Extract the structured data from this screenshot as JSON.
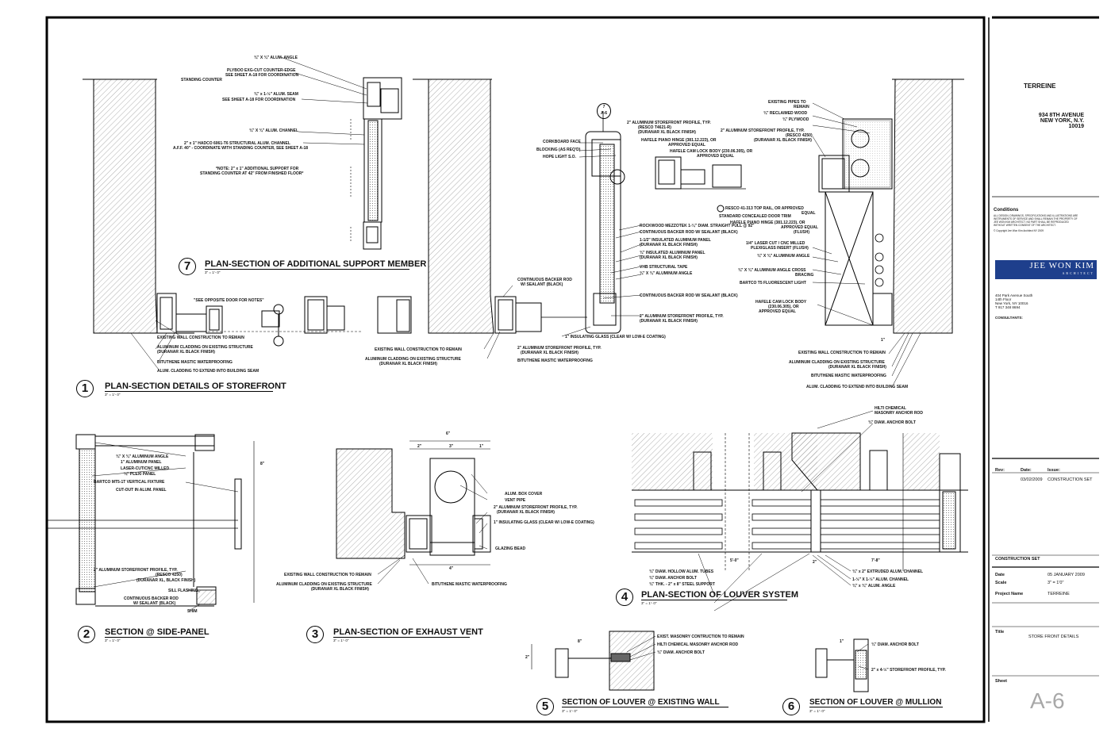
{
  "title_block": {
    "project_header": "TERREINE",
    "project_address": [
      "934 8TH AVENUE",
      "NEW YORK, N.Y.",
      "10019"
    ],
    "conditions_label": "Conditions",
    "conditions_text": [
      "ALL DESIGN, DRAWINGS, SPECIFICATIONS AND ILLUSTRATIONS ARE",
      "INSTRUMENTS OF SERVICE AND SHALL REMAIN THE PROPERTY OF",
      "JEE WON KIM ARCHITECT. NO PART SHALL BE REPRODUCED",
      "WITHOUT WRITTEN CONSENT OF THE ARCHITECT."
    ],
    "copyright": "© Copyright Jee Won Kim Architect NY 2009",
    "logo_line1": "JEE WON KIM",
    "logo_line2": "ARCHITECT",
    "office_address": [
      "404 Park Avenue South",
      "14th Floor",
      "New York, NY 10016",
      "T 917 348 8694"
    ],
    "consultants_label": "CONSULTANTS:",
    "rev_header": {
      "rev": "Rev:",
      "date": "Date:",
      "issue": "Issue:"
    },
    "rev_row": {
      "date": "03/02/2009",
      "issue": "CONSTRUCTION SET"
    },
    "set_label": "CONSTRUCTION SET",
    "date_label": "Date",
    "date_value": "05 JANUARY 2009",
    "scale_label": "Scale",
    "scale_value": "3\" = 1'0\"",
    "project_name_label": "Project Name",
    "project_name_value": "TERREINE",
    "title_label": "Title",
    "title_value": "STORE FRONT DETAILS",
    "sheet_label": "Sheet",
    "sheet_number": "A-6"
  },
  "details": [
    {
      "num": "7",
      "title": "PLAN-SECTION OF ADDITIONAL SUPPORT MEMBER",
      "scale": "3\" = 1'- 0\""
    },
    {
      "num": "1",
      "title": "PLAN-SECTION DETAILS OF STOREFRONT",
      "scale": "3\" = 1'- 0\""
    },
    {
      "num": "2",
      "title": "SECTION @ SIDE-PANEL",
      "scale": "3\" = 1'- 0\""
    },
    {
      "num": "3",
      "title": "PLAN-SECTION OF EXHAUST VENT",
      "scale": "3\" = 1'- 0\""
    },
    {
      "num": "4",
      "title": "PLAN-SECTION OF LOUVER SYSTEM",
      "scale": "3\" = 1'- 0\""
    },
    {
      "num": "5",
      "title": "SECTION OF LOUVER @ EXISTING WALL",
      "scale": "3\" = 1'- 0\""
    },
    {
      "num": "6",
      "title": "SECTION OF LOUVER @ MULLION",
      "scale": "3\" = 1'- 0\""
    }
  ],
  "callout_tag": {
    "num": "7",
    "sheet": "A-6"
  },
  "notes": {
    "d7": [
      "¾\" X ¾\" ALUM. ANGLE",
      "PLYBOO EXG-CUT COUNTER-EDGE",
      "SEE SHEET A-18 FOR COORDINATION",
      "STANDING COUNTER",
      "¾\" x 1-½\" ALUM. SEAM",
      "SEE SHEET A-18 FOR COORDINATION",
      "¾\" X ¾\" ALUM. CHANNEL",
      "2\" x 1\" HADCO 6061-T6 STRUCTURAL ALUM. CHANNEL",
      "A.F.F. 40\" - COORDINATE WITH STANDING COUNTER, SEE SHEET A-18",
      "*NOTE: 2\" x 1\" ADDITIONAL SUPPORT FOR",
      "STANDING COUNTER AT 42\" FROM FINISHED FLOOR*"
    ],
    "d1_left": [
      "\"SEE OPPOSITE DOOR FOR NOTES\"",
      "EXISTING WALL CONSTRUCTION TO REMAIN",
      "ALUMINUM CLADDING ON EXISTING STRUCTURE",
      "(DURANAR XL BLACK FINISH)",
      "BITUTHENE MASTIC WATERPROOFING",
      "ALUM. CLADDING TO EXTEND INTO BUILDING SEAM"
    ],
    "d1_mid": [
      "CONTINUOUS BACKER ROD",
      "W/ SEALANT (BLACK)",
      "EXISTING WALL CONSTRUCTION TO REMAIN",
      "ALUMINUM CLADDING ON EXISTING STRUCTURE",
      "(DURANAR XL BLACK FINISH)",
      "2\" ALUMINUM STOREFRONT PROFILE, TYP.",
      "(DURANAR XL BLACK FINISH)",
      "BITUTHENE MASTIC WATERPROOFING",
      "1\" INSULATING GLASS (CLEAR W/ LOW-E COATING)"
    ],
    "d1_door": [
      "CORKBOARD FACE",
      "BLOCKING (AS REQ'D)",
      "HOPE LIGHT S.O.",
      "2\" ALUMINUM STOREFRONT PROFILE, TYP.",
      "(RESCO T4621-R)",
      "(DURANAR XL BLACK FINISH)",
      "HAFELE PIANO HINGE (381.12.223), OR",
      "APPROVED EQUAL",
      "HAFELE CAM LOCK BODY (230.06.305), OR",
      "APPROVED EQUAL",
      "RESCO 41-313 TOP RAIL, OR APPROVED",
      "EQUAL",
      "ROCKWOOD MEZZOTEK 1-¼\" DIAM. STRAIGHT PULL @ 92\"",
      "CONTINUOUS BACKER ROD W/ SEALANT (BLACK)",
      "1-1/2\" INSULATED ALUMINUM PANEL",
      "(DURANAR XL BLACK FINISH)",
      "¾\" INSULATED ALUMINUM PANEL",
      "(DURANAR XL BLACK FINISH)",
      "VHB STRUCTURAL TAPE",
      "¾\" X ¾\" ALUMINUM ANGLE",
      "CONTINUOUS BACKER ROD W/ SEALANT (BLACK)",
      "2\" ALUMINUM STOREFRONT PROFILE, TYP.",
      "(DURANAR XL BLACK FINISH)"
    ],
    "d1_right": [
      "EXISTING PIPES TO",
      "REMAIN",
      "¾\" RECLAIMED WOOD",
      "¾\" PLYWOOD",
      "2\" ALUMINUM STOREFRONT PROFILE, TYP.",
      "(RESCO 4250)",
      "(DURANAR XL BLACK FINISH)",
      "STANDARD CONCEALED DOOR TRIM",
      "HAFELE PIANO HINGE (381.12.223), OR",
      "APPROVED EQUAL",
      "(FLUSH)",
      "1/4\" LASER CUT / CNC MILLED",
      "PLEXIGLASS INSERT (FLUSH)",
      "¾\" X ¾\" ALUMINUM ANGLE",
      "¾\" X ¾\" ALUMINUM ANGLE CROSS",
      "BRACING",
      "BARTCO T5 FLUORESCENT LIGHT",
      "HAFELE CAM LOCK BODY",
      "(230.06.305), OR",
      "APPROVED EQUAL",
      "EXISTING WALL CONSTRUCTION TO REMAIN",
      "ALUMINUM CLADDING ON EXISTING STRUCTURE",
      "(DURANAR XL BLACK FINISH)",
      "BITUTHENE MASTIC WATERPROOFING",
      "ALUM. CLADDING TO EXTEND INTO BUILDING SEAM"
    ],
    "d2": [
      "¾\" X ¾\" ALUMINUM ANGLE",
      "1\" ALUMINUM PANEL",
      "LASER-CUT/CNC MILLED",
      "¼\" PLEXI PANEL",
      "BARTCO MT5-1T VERTICAL FIXTURE",
      "CUT-OUT IN ALUM. PANEL",
      "2\" ALUMINUM STOREFRONT PROFILE, TYP.",
      "(RESCO 4250)",
      "(DURANAR XL, BLACK FINISH)",
      "SILL FLASHING",
      "CONTINUOUS BACKER ROD",
      "W/ SEALANT (BLACK)",
      "SHIM"
    ],
    "d3": [
      "ALUM. BOX COVER",
      "VENT PIPE",
      "2\" ALUMINUM STOREFRONT PROFILE, TYP.",
      "(DURANAR XL BLACK FINISH)",
      "1\" INSULATING GLASS (CLEAR W/ LOW-E COATING)",
      "GLAZING BEAD",
      "EXISTING WALL CONSTRUCTION TO REMAIN",
      "ALUMINUM CLADDING ON EXISTING STRUCTURE",
      "(DURANAR XL BLACK FINISH)",
      "BITUTHENE MASTIC WATERPROOFING"
    ],
    "d4": [
      "HILTI CHEMICAL",
      "MASONRY ANCHOR ROD",
      "¾\" DIAM. ANCHOR BOLT",
      "¾\" DIAM. HOLLOW ALUM. TUBES",
      "¾\" DIAM. ANCHOR BOLT",
      "¾\" THK. - 2\" x 8\" STEEL SUPPORT",
      "¾\" x 2\" EXTRUDED ALUM. CHANNEL",
      "1-½\" X 1-½\" ALUM. CHANNEL",
      "¾\" x ¾\" ALUM. ANGLE"
    ],
    "d5": [
      "EXIST. MASONRY CONTRUCTION TO REMAIN",
      "HILTI CHEMICAL MASONRY ANCHOR ROD",
      "¾\" DIAM. ANCHOR BOLT"
    ],
    "d6": [
      "¾\" DIAM. ANCHOR BOLT",
      "2\" x 4-½\" STOREFRONT PROFILE, TYP."
    ]
  },
  "dimensions": [
    "6\"",
    "2\"",
    "3\"",
    "1\"",
    "4\"",
    "8\"",
    "5'-0\"",
    "7'-8\"",
    "2\"",
    "1\"",
    "2\"",
    "8\"",
    "1\""
  ]
}
